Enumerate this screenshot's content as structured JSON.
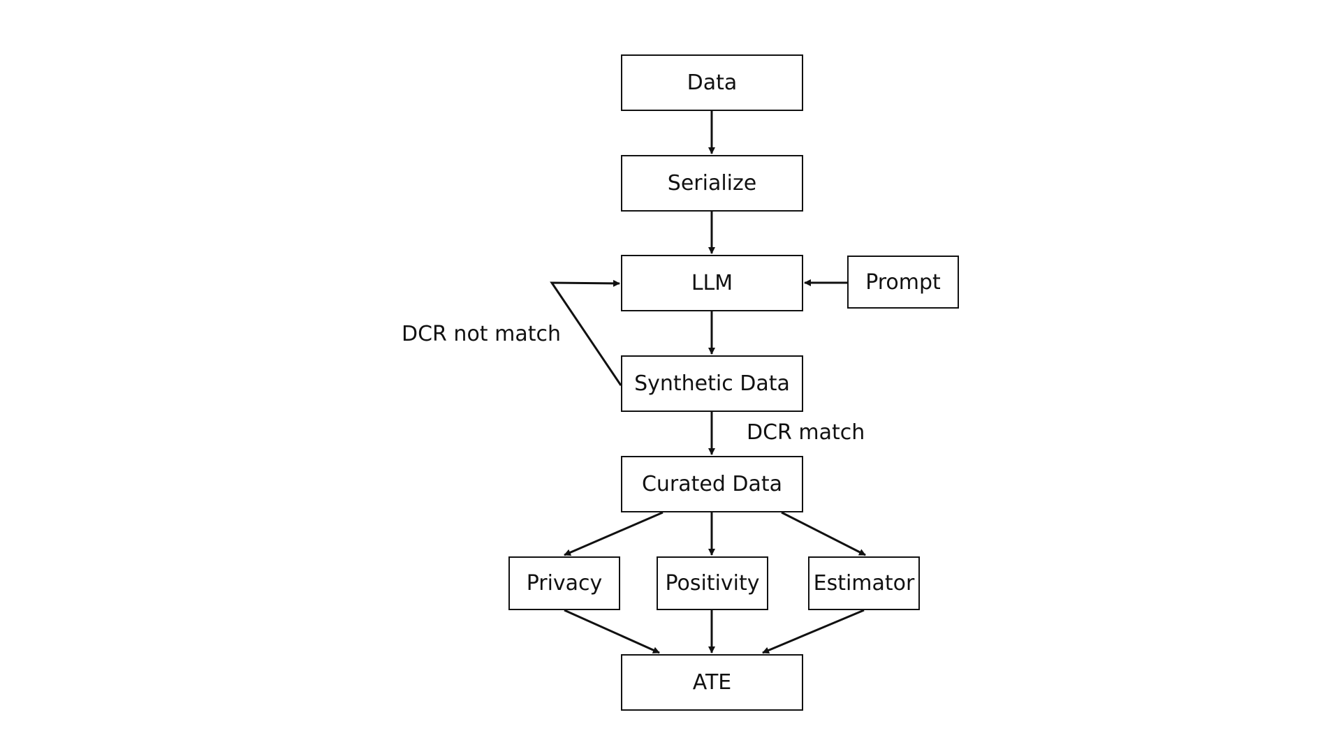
{
  "nodes": {
    "data": "Data",
    "serialize": "Serialize",
    "llm": "LLM",
    "prompt": "Prompt",
    "synthetic": "Synthetic Data",
    "curated": "Curated Data",
    "privacy": "Privacy",
    "positivity": "Positivity",
    "estimator": "Estimator",
    "ate": "ATE"
  },
  "edge_labels": {
    "dcr_not_match": "DCR not match",
    "dcr_match": "DCR match"
  },
  "edges": [
    {
      "from": "data",
      "to": "serialize"
    },
    {
      "from": "serialize",
      "to": "llm"
    },
    {
      "from": "prompt",
      "to": "llm"
    },
    {
      "from": "llm",
      "to": "synthetic"
    },
    {
      "from": "synthetic",
      "to": "llm",
      "label": "DCR not match"
    },
    {
      "from": "synthetic",
      "to": "curated",
      "label": "DCR match"
    },
    {
      "from": "curated",
      "to": "privacy"
    },
    {
      "from": "curated",
      "to": "positivity"
    },
    {
      "from": "curated",
      "to": "estimator"
    },
    {
      "from": "privacy",
      "to": "ate"
    },
    {
      "from": "positivity",
      "to": "ate"
    },
    {
      "from": "estimator",
      "to": "ate"
    }
  ],
  "colors": {
    "stroke": "#111111",
    "background": "#ffffff"
  }
}
